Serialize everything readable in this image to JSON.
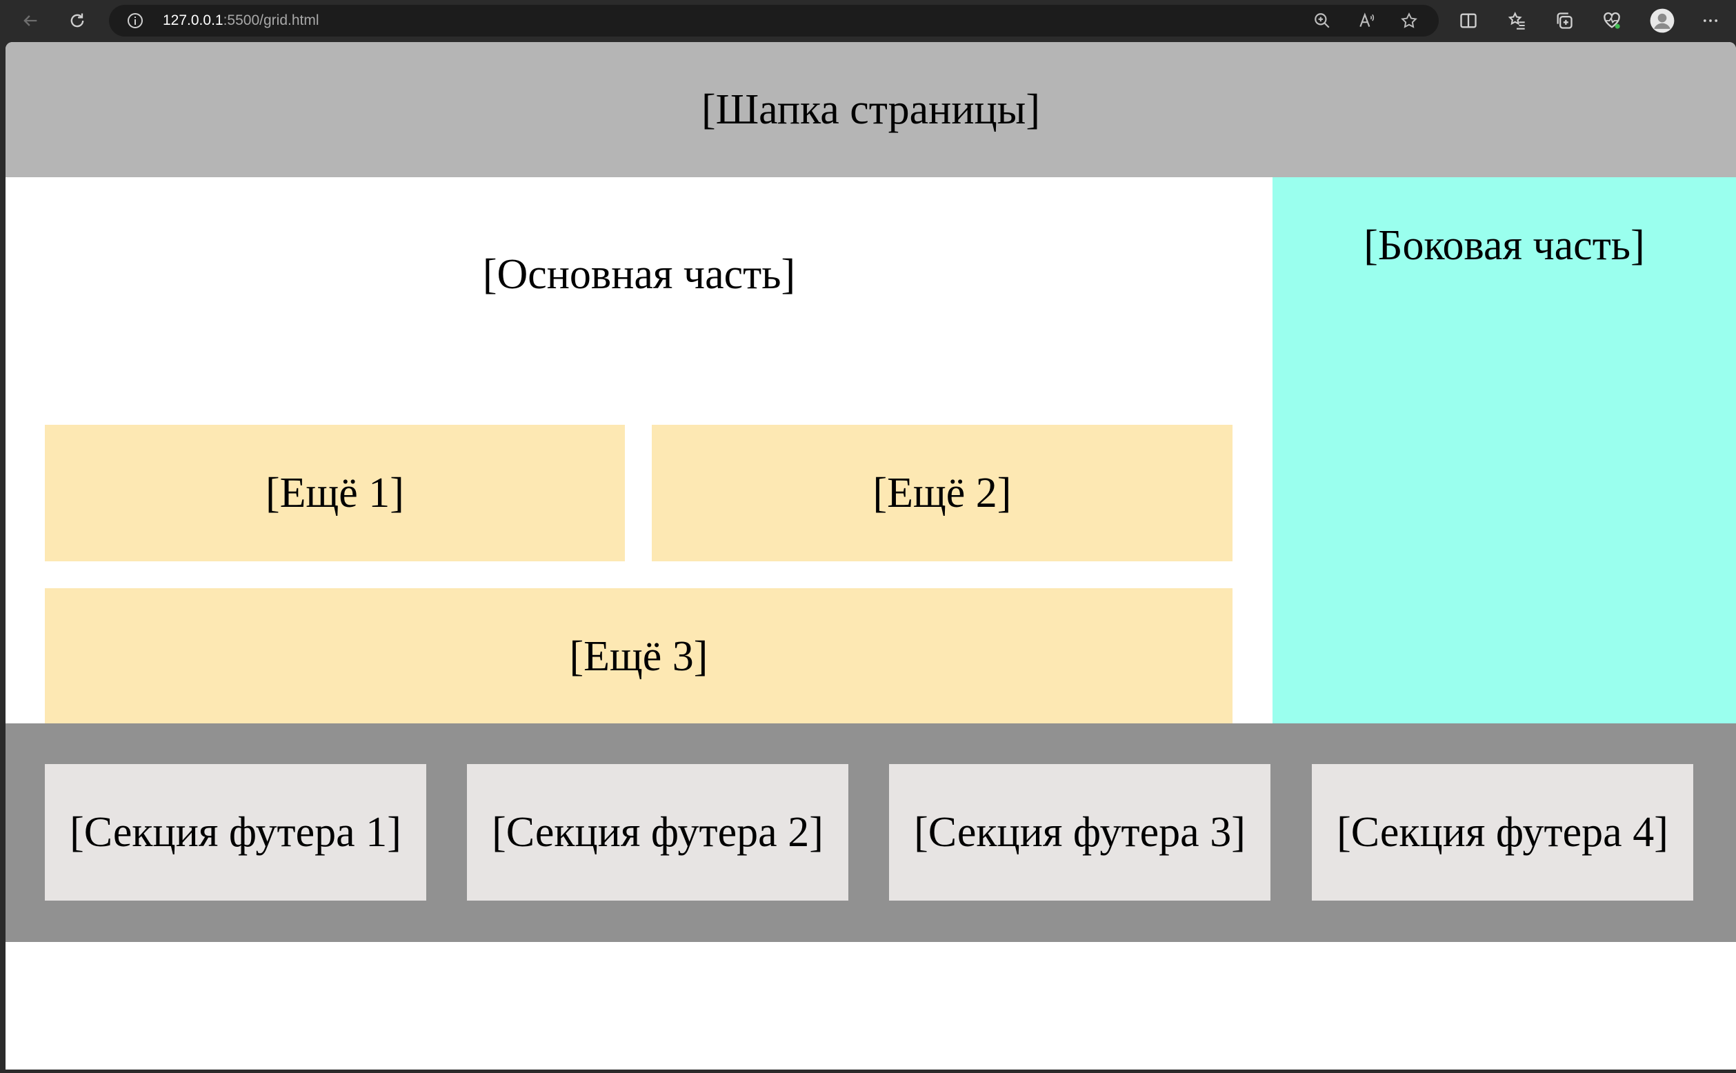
{
  "browser": {
    "url_host": "127.0.0.1",
    "url_rest": ":5500/grid.html",
    "icons": [
      "back-icon",
      "reload-icon",
      "info-icon",
      "zoom-icon",
      "read-aloud-icon",
      "favorite-star-icon",
      "split-screen-icon",
      "favorites-icon",
      "collections-icon",
      "health-icon",
      "profile-avatar-icon",
      "more-icon"
    ]
  },
  "page": {
    "header": "[Шапка страницы]",
    "main_title": "[Основная часть]",
    "more": [
      "[Ещё 1]",
      "[Ещё 2]",
      "[Ещё 3]"
    ],
    "sidebar_title": "[Боковая часть]",
    "footer_sections": [
      "[Секция футера 1]",
      "[Секция футера 2]",
      "[Секция футера 3]",
      "[Секция футера 4]"
    ]
  },
  "colors": {
    "header_bg": "#b5b5b5",
    "more_bg": "#fde8b3",
    "sidebar_bg": "#9affee",
    "footer_bg": "#919191",
    "footer_section_bg": "#e7e4e3"
  }
}
